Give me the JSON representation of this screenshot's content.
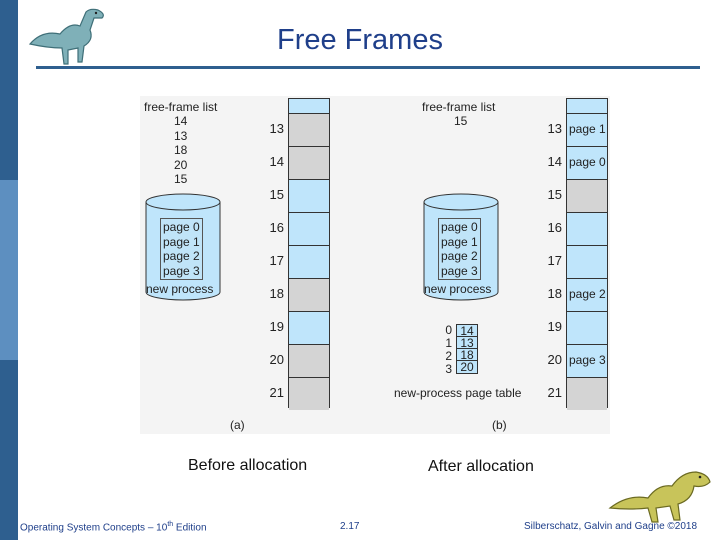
{
  "title": "Free Frames",
  "colors": {
    "title": "#1f3f8a",
    "accent": "#2e5f8f",
    "free_frame": "#bfe5fb",
    "used_frame": "#d4d4d4"
  },
  "icons": {
    "top": "dinosaur-icon",
    "bottom": "dinosaur-icon"
  },
  "panel_a": {
    "free_list_label": "free-frame list",
    "free_list": [
      "14",
      "13",
      "18",
      "20",
      "15"
    ],
    "disk_pages": [
      "page 0",
      "page 1",
      "page 2",
      "page 3"
    ],
    "disk_label": "new process",
    "frame_numbers": [
      "13",
      "14",
      "15",
      "16",
      "17",
      "18",
      "19",
      "20",
      "21"
    ],
    "frame_contents": [
      "",
      "",
      "",
      "",
      "",
      "",
      "",
      "",
      ""
    ],
    "sub_label": "(a)",
    "caption": "Before allocation"
  },
  "panel_b": {
    "free_list_label": "free-frame list",
    "free_list": [
      "15"
    ],
    "disk_pages": [
      "page 0",
      "page 1",
      "page 2",
      "page 3"
    ],
    "disk_label": "new process",
    "page_table_indices": [
      "0",
      "1",
      "2",
      "3"
    ],
    "page_table_frames": [
      "14",
      "13",
      "18",
      "20"
    ],
    "page_table_label": "new-process page table",
    "frame_numbers": [
      "13",
      "14",
      "15",
      "16",
      "17",
      "18",
      "19",
      "20",
      "21"
    ],
    "frame_contents": [
      "page 1",
      "page 0",
      "",
      "",
      "",
      "page 2",
      "",
      "page 3",
      ""
    ],
    "sub_label": "(b)",
    "caption": "After allocation"
  },
  "footer": {
    "left_prefix": "Operating System Concepts – 10",
    "left_sup": "th",
    "left_suffix": " Edition",
    "center": "2.17",
    "right": "Silberschatz, Galvin and Gagne ©2018"
  }
}
